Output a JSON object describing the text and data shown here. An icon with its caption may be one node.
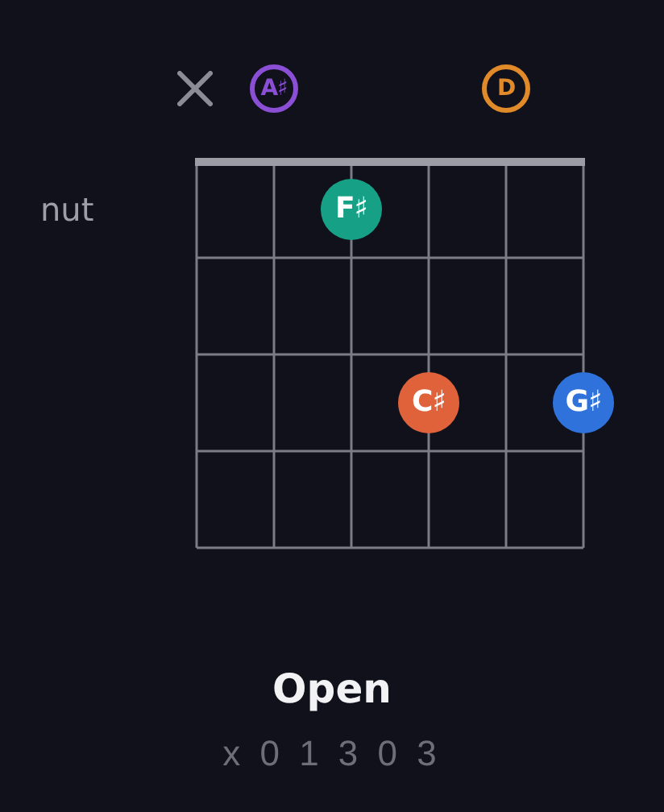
{
  "diagram": {
    "title": "Open",
    "caption": "x 0 1 3 0 3",
    "nodes": [
      {
        "text": [
          "A♯"
        ]
      },
      {
        "text": [
          "D"
        ]
      },
      {
        "text": [
          "F♯"
        ]
      },
      {
        "text": [
          "C♯"
        ]
      },
      {
        "text": [
          "G♯"
        ]
      }
    ],
    "labels": [
      "nut"
    ]
  }
}
